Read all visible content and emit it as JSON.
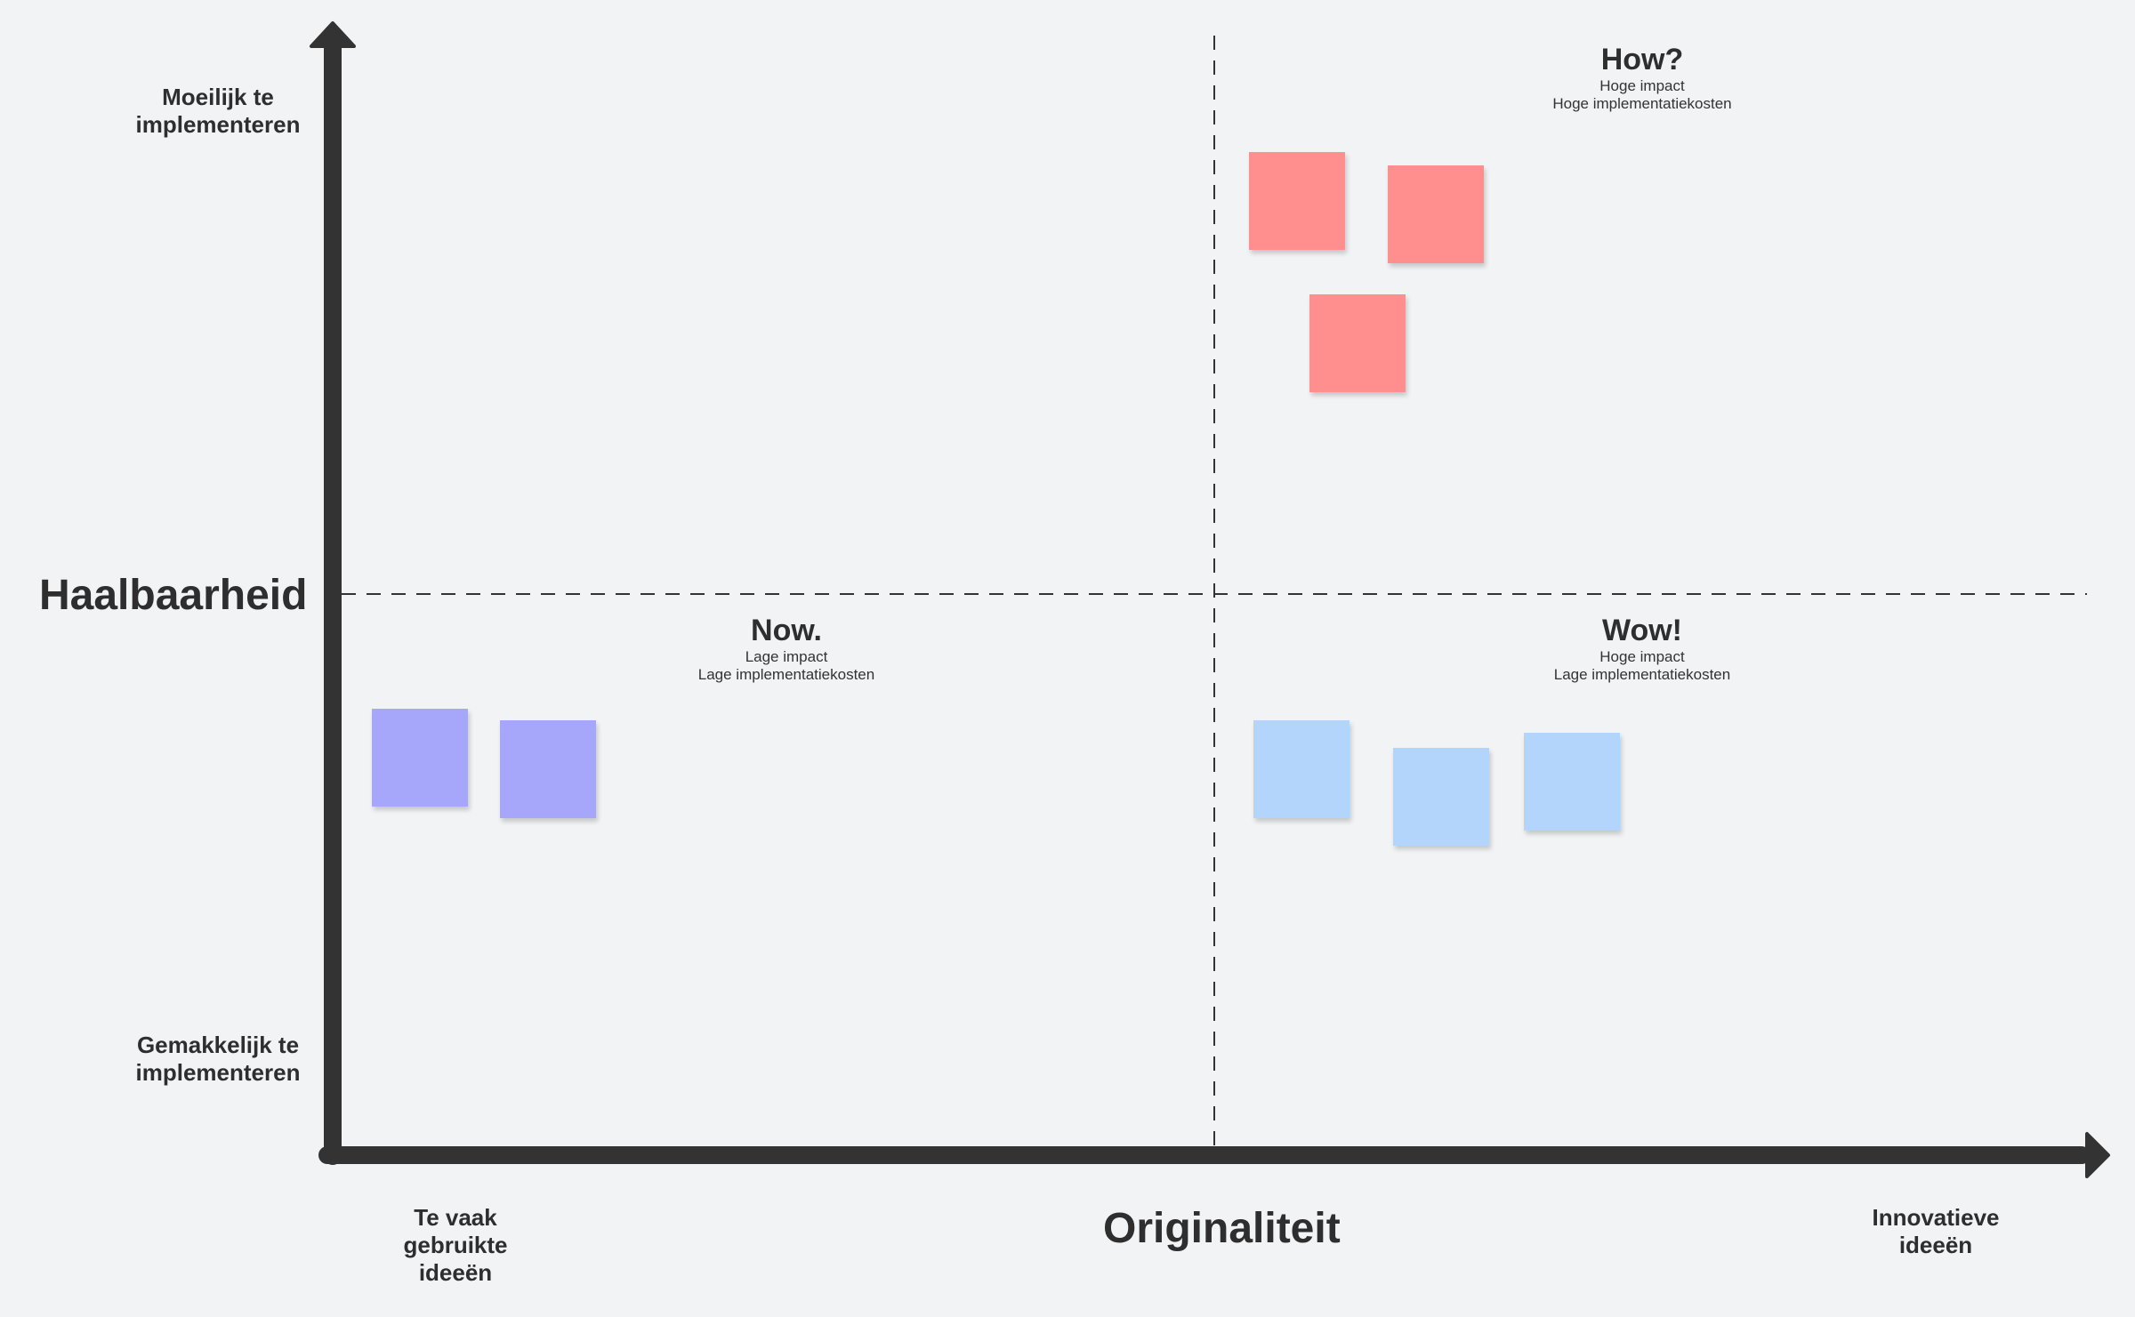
{
  "y_axis": {
    "title": "Haalbaarheid",
    "top_label": "Moeilijk te\nimplementeren",
    "bottom_label": "Gemakkelijk te\nimplementeren"
  },
  "x_axis": {
    "title": "Originaliteit",
    "left_label": "Te vaak\ngebruikte\nideeën",
    "right_label": "Innovatieve\nideeën"
  },
  "quadrants": {
    "how": {
      "title": "How?",
      "line1": "Hoge impact",
      "line2": "Hoge implementatiekosten"
    },
    "now": {
      "title": "Now.",
      "line1": "Lage impact",
      "line2": "Lage implementatiekosten"
    },
    "wow": {
      "title": "Wow!",
      "line1": "Hoge impact",
      "line2": "Lage implementatiekosten"
    }
  },
  "colors": {
    "axis": "#333333",
    "sticky_red": "#ff8f8f",
    "sticky_purple": "#a6a6fb",
    "sticky_blue": "#b3d5fc",
    "background": "#f2f3f5"
  }
}
